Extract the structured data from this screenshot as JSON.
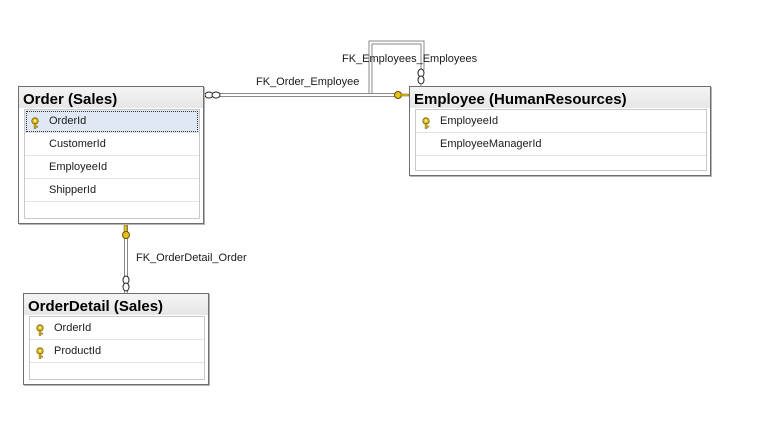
{
  "tables": {
    "order": {
      "title": "Order (Sales)",
      "columns": [
        {
          "name": "OrderId",
          "primary_key": true
        },
        {
          "name": "CustomerId",
          "primary_key": false
        },
        {
          "name": "EmployeeId",
          "primary_key": false
        },
        {
          "name": "ShipperId",
          "primary_key": false
        }
      ]
    },
    "employee": {
      "title": "Employee (HumanResources)",
      "columns": [
        {
          "name": "EmployeeId",
          "primary_key": true
        },
        {
          "name": "EmployeeManagerId",
          "primary_key": false
        }
      ]
    },
    "order_detail": {
      "title": "OrderDetail (Sales)",
      "columns": [
        {
          "name": "OrderId",
          "primary_key": true
        },
        {
          "name": "ProductId",
          "primary_key": true
        }
      ]
    }
  },
  "relationships": {
    "fk_order_employee": "FK_Order_Employee",
    "fk_employees_employees": "FK_Employees_Employees",
    "fk_orderdetail_order": "FK_OrderDetail_Order"
  },
  "colors": {
    "key_icon": "#e8c21c",
    "connector": "#8a8a8a"
  }
}
